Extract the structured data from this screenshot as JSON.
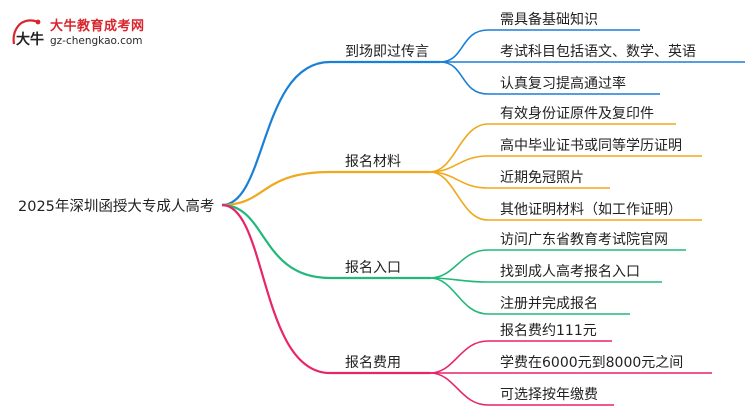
{
  "logo": {
    "brand_name": "大牛教育成考网",
    "url_text": "gz-chengkao.com",
    "mark_text": "大牛"
  },
  "mindmap": {
    "root": "2025年深圳函授大专成人高考",
    "branches": [
      {
        "label": "到场即过传言",
        "color": "#1a7fd6",
        "children": [
          "需具备基础知识",
          "考试科目包括语文、数学、英语",
          "认真复习提高通过率"
        ]
      },
      {
        "label": "报名材料",
        "color": "#f0a81c",
        "children": [
          "有效身份证原件及复印件",
          "高中毕业证书或同等学历证明",
          "近期免冠照片",
          "其他证明材料（如工作证明）"
        ]
      },
      {
        "label": "报名入口",
        "color": "#22b87a",
        "children": [
          "访问广东省教育考试院官网",
          "找到成人高考报名入口",
          "注册并完成报名"
        ]
      },
      {
        "label": "报名费用",
        "color": "#e8246a",
        "children": [
          "报名费约111元",
          "学费在6000元到8000元之间",
          "可选择按年缴费"
        ]
      }
    ]
  }
}
